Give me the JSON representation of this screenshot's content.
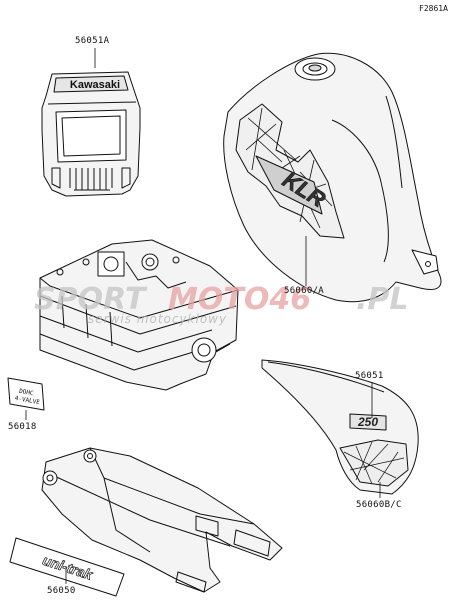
{
  "figure_code": "F2861A",
  "watermark": {
    "brand_left": "SPORT",
    "brand_right": "MOTO46",
    "domain": ".PL",
    "tagline": "serwis motocyklowy",
    "colors": {
      "left": "#b9b9b9",
      "right": "#e8a2a2"
    }
  },
  "parts": {
    "face_plate": {
      "number": "56051A",
      "decal": "Kawasaki"
    },
    "fuel_tank": {
      "number": "56060/A",
      "decal": "KLR"
    },
    "cylinder_head": {
      "number": "56018",
      "decal_line1": "DOHC",
      "decal_line2": "4-VALVE"
    },
    "side_cover_emblem": {
      "number": "56051",
      "decal": "250"
    },
    "side_cover": {
      "number": "56060B/C"
    },
    "swingarm": {
      "number": "56050",
      "decal": "uni-trak"
    }
  }
}
